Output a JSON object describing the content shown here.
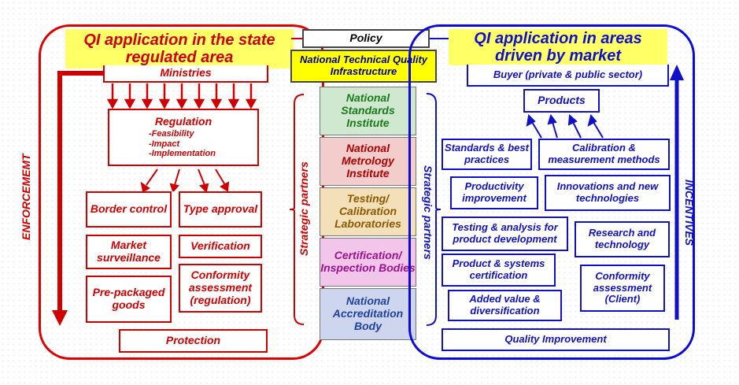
{
  "left": {
    "title": "QI application in the state regulated area",
    "ministries": "Ministries",
    "regulation_title": "Regulation",
    "regulation_items": [
      "-Feasibility",
      "-Impact",
      "-Implementation"
    ],
    "boxes": {
      "border_control": "Border control",
      "type_approval": "Type approval",
      "market_surveillance": "Market surveillance",
      "verification": "Verification",
      "prepackaged": "Pre-packaged goods",
      "conformity_regulation": "Conformity assessment (regulation)",
      "protection": "Protection"
    },
    "enforcement": "ENFORCEMEMT",
    "strategic_partners": "Strategic partners",
    "color": "#d10000"
  },
  "center": {
    "policy": "Policy",
    "nqi": "National Technical Quality Infrastructure",
    "institutions": [
      {
        "label": "National Standards Institute",
        "color": "#1a7a1a",
        "bg": "#cfe8cf"
      },
      {
        "label": "National Metrology Institute",
        "color": "#b00000",
        "bg": "#f3cccc"
      },
      {
        "label": "Testing/ Calibration Laboratories",
        "color": "#8a5a00",
        "bg": "#f3dfb8"
      },
      {
        "label": "Certification/ Inspection Bodies",
        "color": "#a0108a",
        "bg": "#f2c6ea"
      },
      {
        "label": "National Accreditation Body",
        "color": "#2040a0",
        "bg": "#cdd6ee"
      }
    ]
  },
  "right": {
    "title": "QI application in areas driven by market",
    "buyer": "Buyer (private & public sector)",
    "products": "Products",
    "boxes": {
      "standards": "Standards & best practices",
      "calibration": "Calibration & measurement methods",
      "productivity": "Productivity improvement",
      "innovations": "Innovations and new technologies",
      "testing": "Testing & analysis for product development",
      "research": "Research and technology",
      "product_cert": "Product & systems certification",
      "conformity_client": "Conformity assessment (Client)",
      "added_value": "Added value & diversification",
      "quality": "Quality Improvement"
    },
    "incentives": "INCENTIVES",
    "strategic_partners": "Strategic partners",
    "color": "#1010c8"
  }
}
